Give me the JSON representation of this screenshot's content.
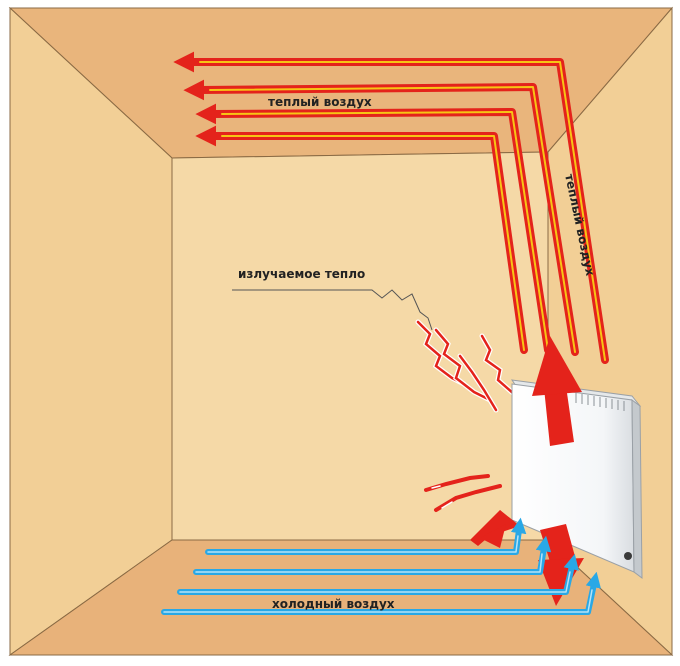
{
  "labels": {
    "warm_air_ceiling": "теплый воздух",
    "warm_air_wall": "теплый воздух",
    "radiated_heat": "излучаемое тепло",
    "cold_air": "холодный воздух"
  },
  "colors": {
    "ceiling": "#e9b57c",
    "back_wall": "#f5d9a7",
    "side_wall": "#f2cf96",
    "floor": "#e8b27a",
    "edge": "#8a6a44",
    "warm_arrow": "#e4231b",
    "warm_arrow_core": "#f7c515",
    "cold_arrow": "#29a8e6",
    "cold_arrow_core": "#b6e3f7",
    "radiator": "#ffffff",
    "radiator_edge": "#9aa0a6"
  },
  "icons": {
    "warm_air_arrow": "arrow-left-icon",
    "rising_air_arrow": "arrow-up-icon",
    "cold_air_arrow": "arrow-right-icon"
  }
}
